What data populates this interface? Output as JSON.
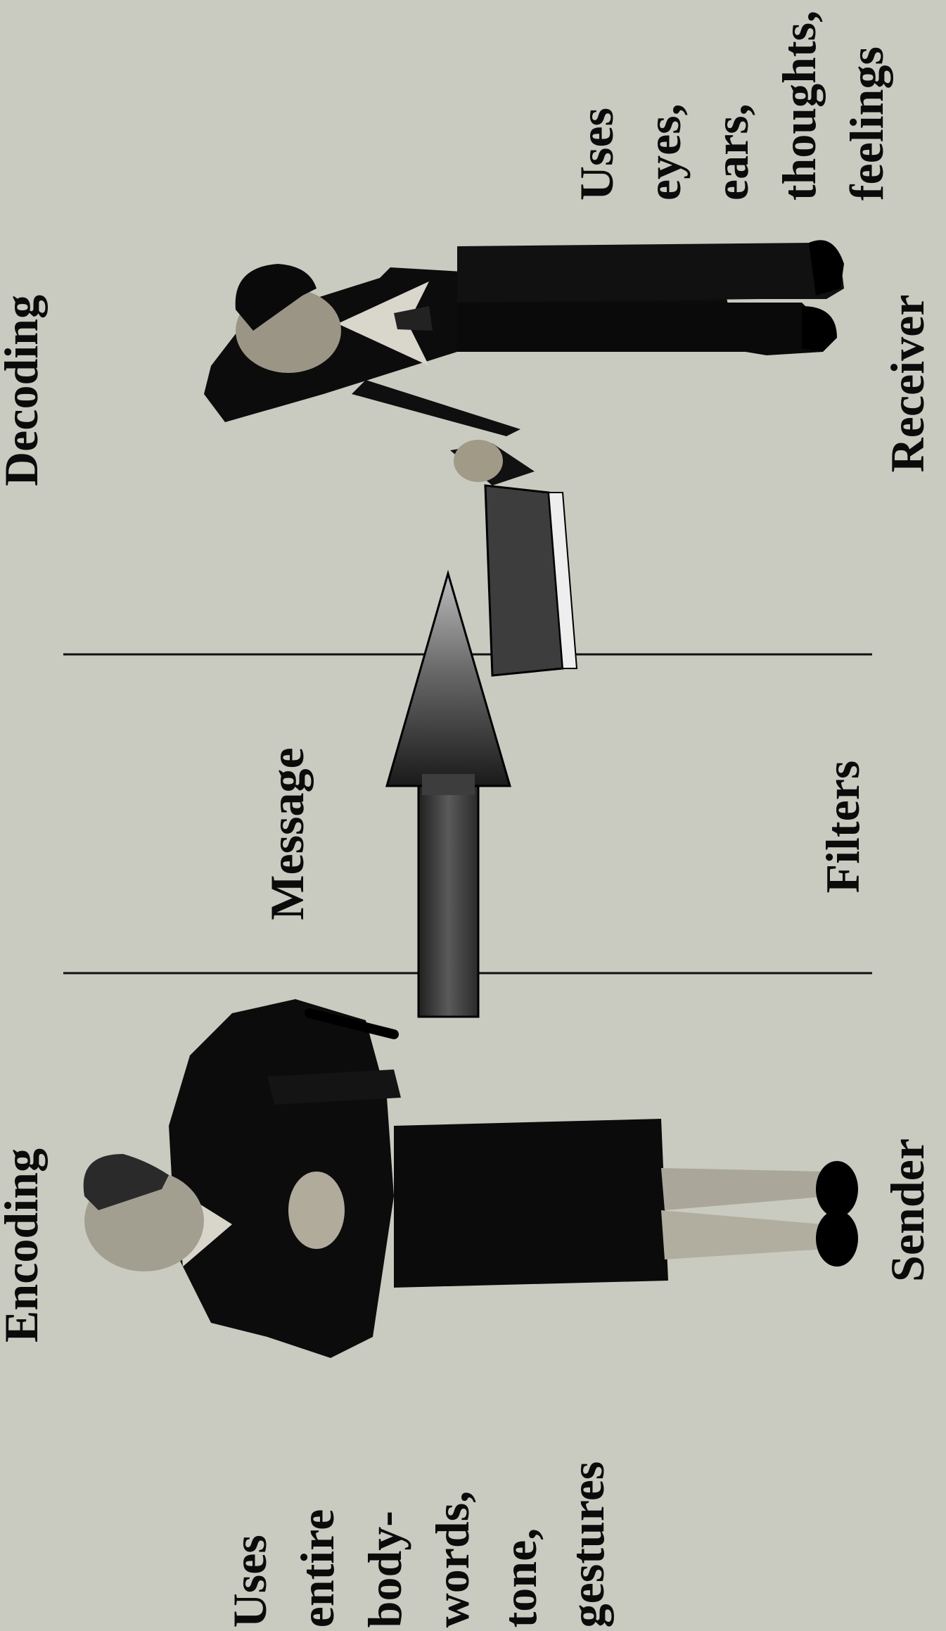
{
  "diagram": {
    "sender_side": {
      "top_label": "Encoding",
      "bottom_label": "Sender",
      "description_lines": [
        "Uses",
        "entire",
        "body-",
        "words,",
        "tone,",
        "gestures"
      ]
    },
    "receiver_side": {
      "top_label": "Decoding",
      "bottom_label": "Receiver",
      "description_lines": [
        "Uses",
        "eyes,",
        "ears,",
        "thoughts,",
        "feelings"
      ]
    },
    "middle": {
      "message_label": "Message",
      "filters_label": "Filters"
    }
  }
}
